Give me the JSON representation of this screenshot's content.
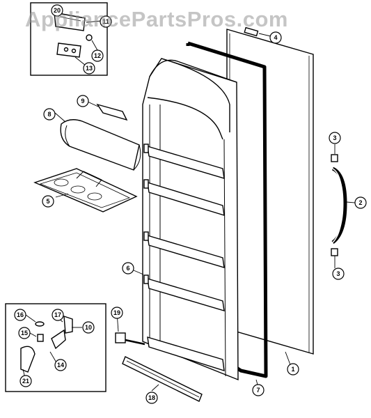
{
  "watermark": "AppliancePartsPros.com",
  "callouts": [
    "1",
    "2",
    "3",
    "3",
    "4",
    "5",
    "6",
    "7",
    "8",
    "9",
    "10",
    "11",
    "12",
    "13",
    "14",
    "15",
    "16",
    "17",
    "18",
    "19",
    "20",
    "21"
  ]
}
